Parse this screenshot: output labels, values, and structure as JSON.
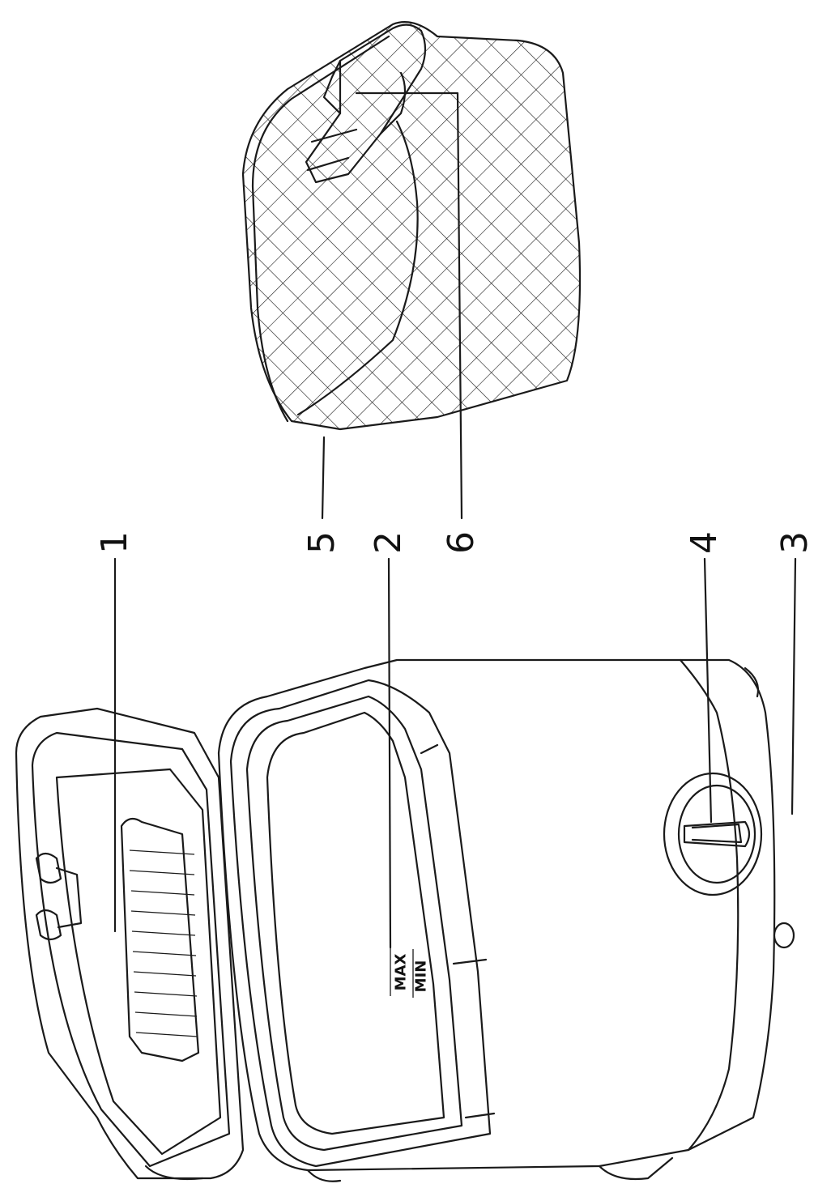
{
  "callouts": [
    {
      "id": "1",
      "label": "1"
    },
    {
      "id": "2",
      "label": "2"
    },
    {
      "id": "3",
      "label": "3"
    },
    {
      "id": "4",
      "label": "4"
    },
    {
      "id": "5",
      "label": "5"
    },
    {
      "id": "6",
      "label": "6"
    }
  ],
  "level_marks": {
    "max": "MAX",
    "min": "MIN"
  }
}
